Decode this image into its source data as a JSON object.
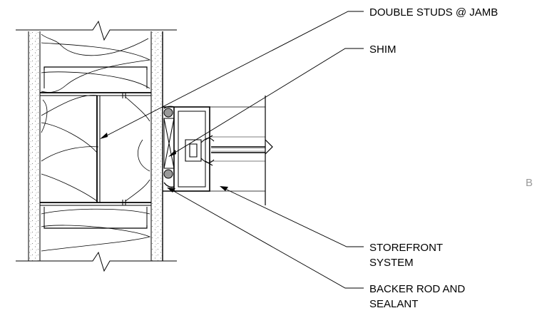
{
  "labels": {
    "double_studs": "DOUBLE STUDS @ JAMB",
    "shim": "SHIM",
    "storefront_line1": "STOREFRONT",
    "storefront_line2": "SYSTEM",
    "backer_line1": "BACKER ROD AND",
    "backer_line2": "SEALANT"
  },
  "detail_marker": "B",
  "colors": {
    "line": "#000000",
    "marker": "#9a9a9a"
  }
}
